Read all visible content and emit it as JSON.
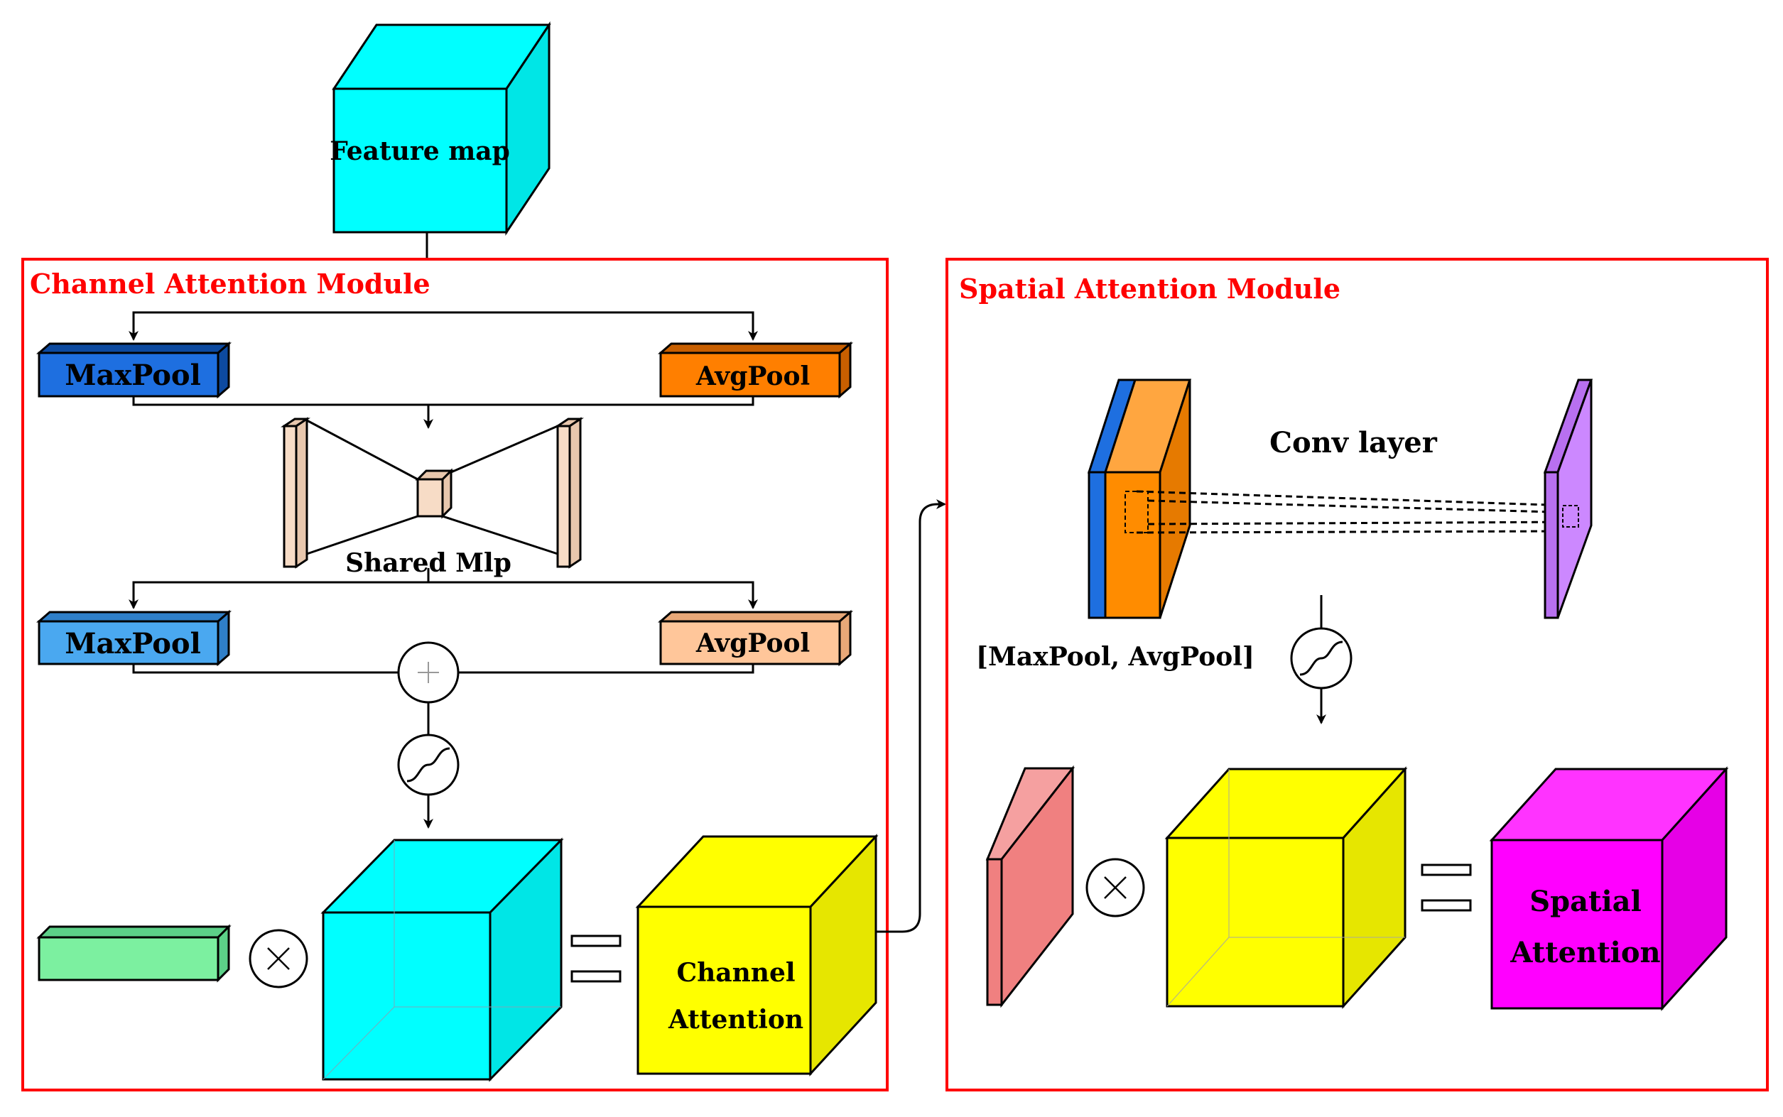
{
  "labels": {
    "feature_map": "Feature map",
    "channel_module": "Channel Attention Module",
    "spatial_module": "Spatial Attention Module",
    "maxpool_top": "MaxPool",
    "avgpool_top": "AvgPool",
    "shared_mlp": "Shared Mlp",
    "maxpool_bottom": "MaxPool",
    "avgpool_bottom": "AvgPool",
    "channel_attention_line1": "Channel",
    "channel_attention_line2": "Attention",
    "conv_layer": "Conv layer",
    "concat_label": "[MaxPool, AvgPool]",
    "spatial_attention_line1": "Spatial",
    "spatial_attention_line2": "Attention"
  },
  "colors": {
    "module_border": "#ff0000",
    "feature_map": "#00ffff",
    "maxpool_top": "#1e6fe0",
    "avgpool_top": "#ff7f00",
    "maxpool_bottom": "#4aa8f0",
    "avgpool_bottom": "#ffc69a",
    "mlp": "#f7dcc6",
    "channel_vector": "#7cf0a0",
    "channel_attention": "#ffff00",
    "spatial_input_front": "#ff8c00",
    "spatial_input_back": "#1e6fe0",
    "conv_output": "#cc88ff",
    "spatial_map": "#f08080",
    "spatial_attention": "#ff00ff"
  }
}
